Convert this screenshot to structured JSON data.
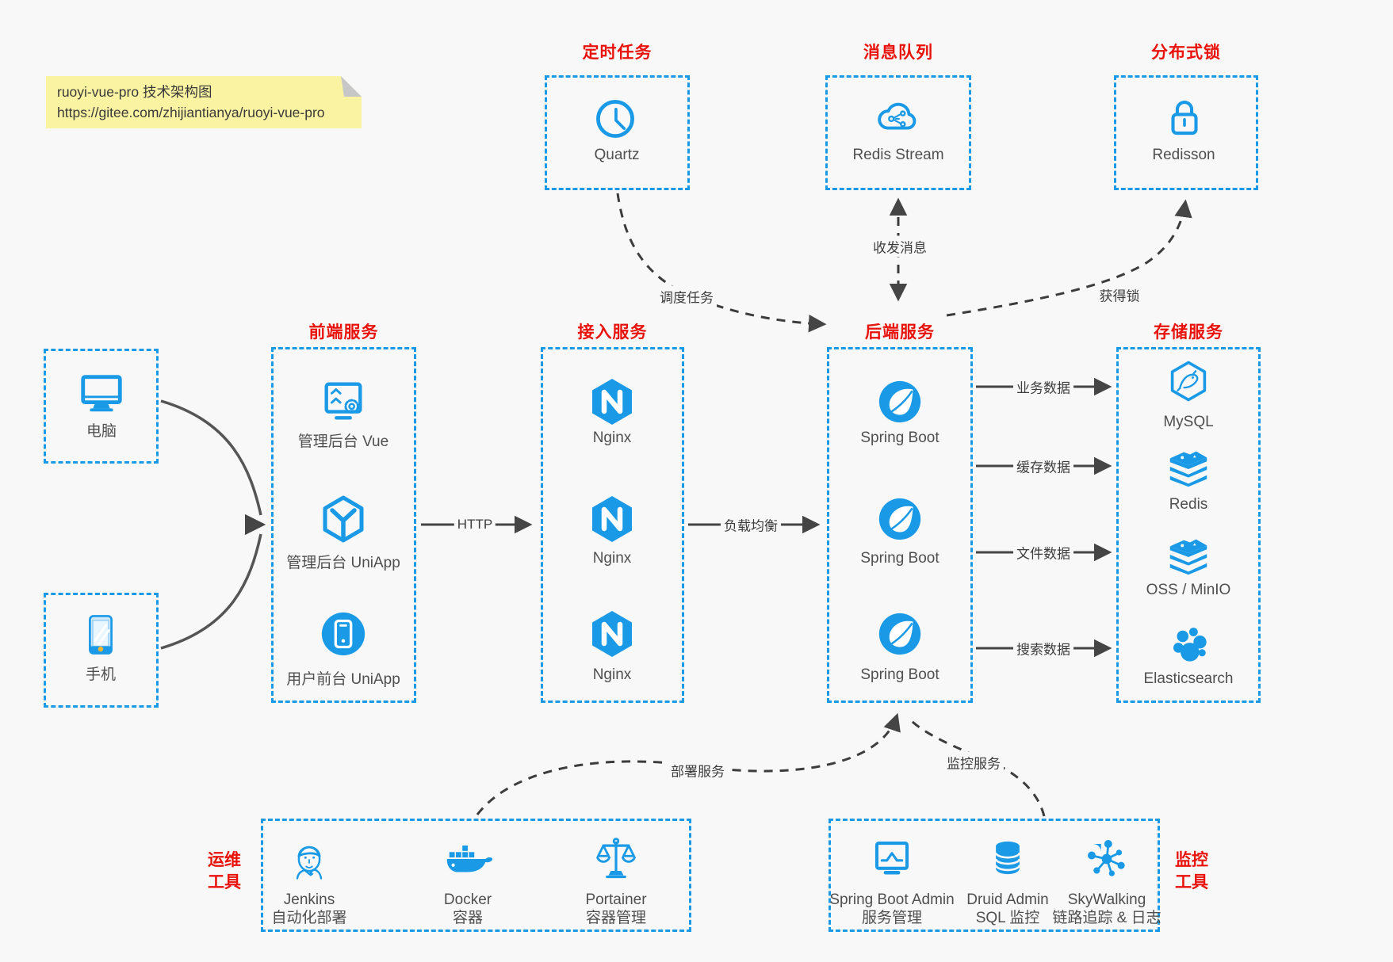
{
  "note": {
    "line1": "ruoyi-vue-pro 技术架构图",
    "line2": "https://gitee.com/zhijiantianya/ruoyi-vue-pro"
  },
  "colors": {
    "accent_blue": "#1a9ae6",
    "title_red": "#e8120a",
    "note_yellow": "#faf3a2",
    "arrow_dark": "#454545"
  },
  "top_groups": [
    {
      "title": "定时任务",
      "item": {
        "icon": "clock-icon",
        "label": "Quartz"
      }
    },
    {
      "title": "消息队列",
      "item": {
        "icon": "cloud-stream-icon",
        "label": "Redis Stream"
      }
    },
    {
      "title": "分布式锁",
      "item": {
        "icon": "lock-icon",
        "label": "Redisson"
      }
    }
  ],
  "clients": [
    {
      "icon": "desktop-icon",
      "label": "电脑"
    },
    {
      "icon": "smartphone-icon",
      "label": "手机"
    }
  ],
  "columns": [
    {
      "title": "前端服务",
      "items": [
        {
          "icon": "admin-dashboard-icon",
          "label": "管理后台 Vue"
        },
        {
          "icon": "cube-icon",
          "label": "管理后台 UniApp"
        },
        {
          "icon": "mobile-app-icon",
          "label": "用户前台 UniApp"
        }
      ]
    },
    {
      "title": "接入服务",
      "items": [
        {
          "icon": "nginx-icon",
          "label": "Nginx"
        },
        {
          "icon": "nginx-icon",
          "label": "Nginx"
        },
        {
          "icon": "nginx-icon",
          "label": "Nginx"
        }
      ]
    },
    {
      "title": "后端服务",
      "items": [
        {
          "icon": "spring-boot-icon",
          "label": "Spring Boot"
        },
        {
          "icon": "spring-boot-icon",
          "label": "Spring Boot"
        },
        {
          "icon": "spring-boot-icon",
          "label": "Spring Boot"
        }
      ]
    },
    {
      "title": "存储服务",
      "items": [
        {
          "icon": "mysql-icon",
          "label": "MySQL"
        },
        {
          "icon": "redis-icon",
          "label": "Redis"
        },
        {
          "icon": "oss-icon",
          "label": "OSS / MinIO"
        },
        {
          "icon": "elasticsearch-icon",
          "label": "Elasticsearch"
        }
      ]
    }
  ],
  "edges": {
    "http": "HTTP",
    "load_balance": "负载均衡",
    "schedule": "调度任务",
    "message": "收发消息",
    "lock": "获得锁",
    "business_data": "业务数据",
    "cache_data": "缓存数据",
    "file_data": "文件数据",
    "search_data": "搜索数据",
    "deploy": "部署服务",
    "monitor": "监控服务"
  },
  "bottom_groups": [
    {
      "side_label": {
        "line1": "运维",
        "line2": "工具"
      },
      "items": [
        {
          "icon": "jenkins-icon",
          "label1": "Jenkins",
          "label2": "自动化部署"
        },
        {
          "icon": "docker-icon",
          "label1": "Docker",
          "label2": "容器"
        },
        {
          "icon": "portainer-icon",
          "label1": "Portainer",
          "label2": "容器管理"
        }
      ]
    },
    {
      "side_label": {
        "line1": "监控",
        "line2": "工具"
      },
      "items": [
        {
          "icon": "spring-boot-admin-icon",
          "label1": "Spring Boot Admin",
          "label2": "服务管理"
        },
        {
          "icon": "druid-icon",
          "label1": "Druid Admin",
          "label2": "SQL 监控"
        },
        {
          "icon": "skywalking-icon",
          "label1": "SkyWalking",
          "label2": "链路追踪 & 日志"
        }
      ]
    }
  ]
}
